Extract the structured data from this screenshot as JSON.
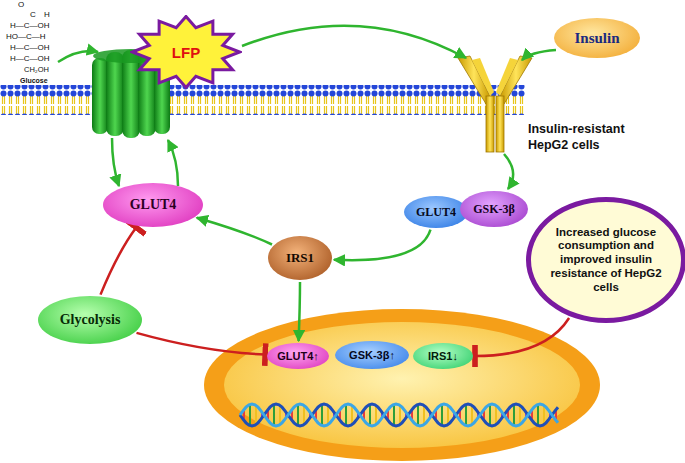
{
  "diagram": {
    "nodes": [
      {
        "text": [
          "LFP"
        ]
      },
      {
        "text": [
          "Insulin"
        ]
      },
      {
        "text": [
          "GLUT4"
        ]
      },
      {
        "text": [
          "GLUT4"
        ]
      },
      {
        "text": [
          "GSK-3β"
        ]
      },
      {
        "text": [
          "IRS1"
        ]
      },
      {
        "text": [
          "Increased glucose consumption and improved insulin resistance of HepG2 cells"
        ]
      },
      {
        "text": [
          "Glycolysis"
        ]
      },
      {
        "text": [
          "GLUT4↑"
        ]
      },
      {
        "text": [
          "GSK-3β↑"
        ]
      },
      {
        "text": [
          "IRS1↓"
        ]
      }
    ],
    "edges": [
      {
        "from": 3,
        "to": 5,
        "arrow": "to"
      },
      {
        "from": 5,
        "to": 2,
        "arrow": "to"
      },
      {
        "from": 7,
        "to": 2,
        "arrow": "to"
      },
      {
        "from": 7,
        "to": 8,
        "arrow": "to"
      },
      {
        "from": 5,
        "to": 8,
        "arrow": "to"
      },
      {
        "from": 6,
        "to": 10,
        "arrow": "to"
      }
    ],
    "labels": [
      "O",
      "C",
      "H",
      "H—C—OH",
      "HO—C—H",
      "H—C—OH",
      "H—C—OH",
      "CH₂OH",
      "Glucose",
      "Insulin-resistant HepG2 cells"
    ]
  }
}
